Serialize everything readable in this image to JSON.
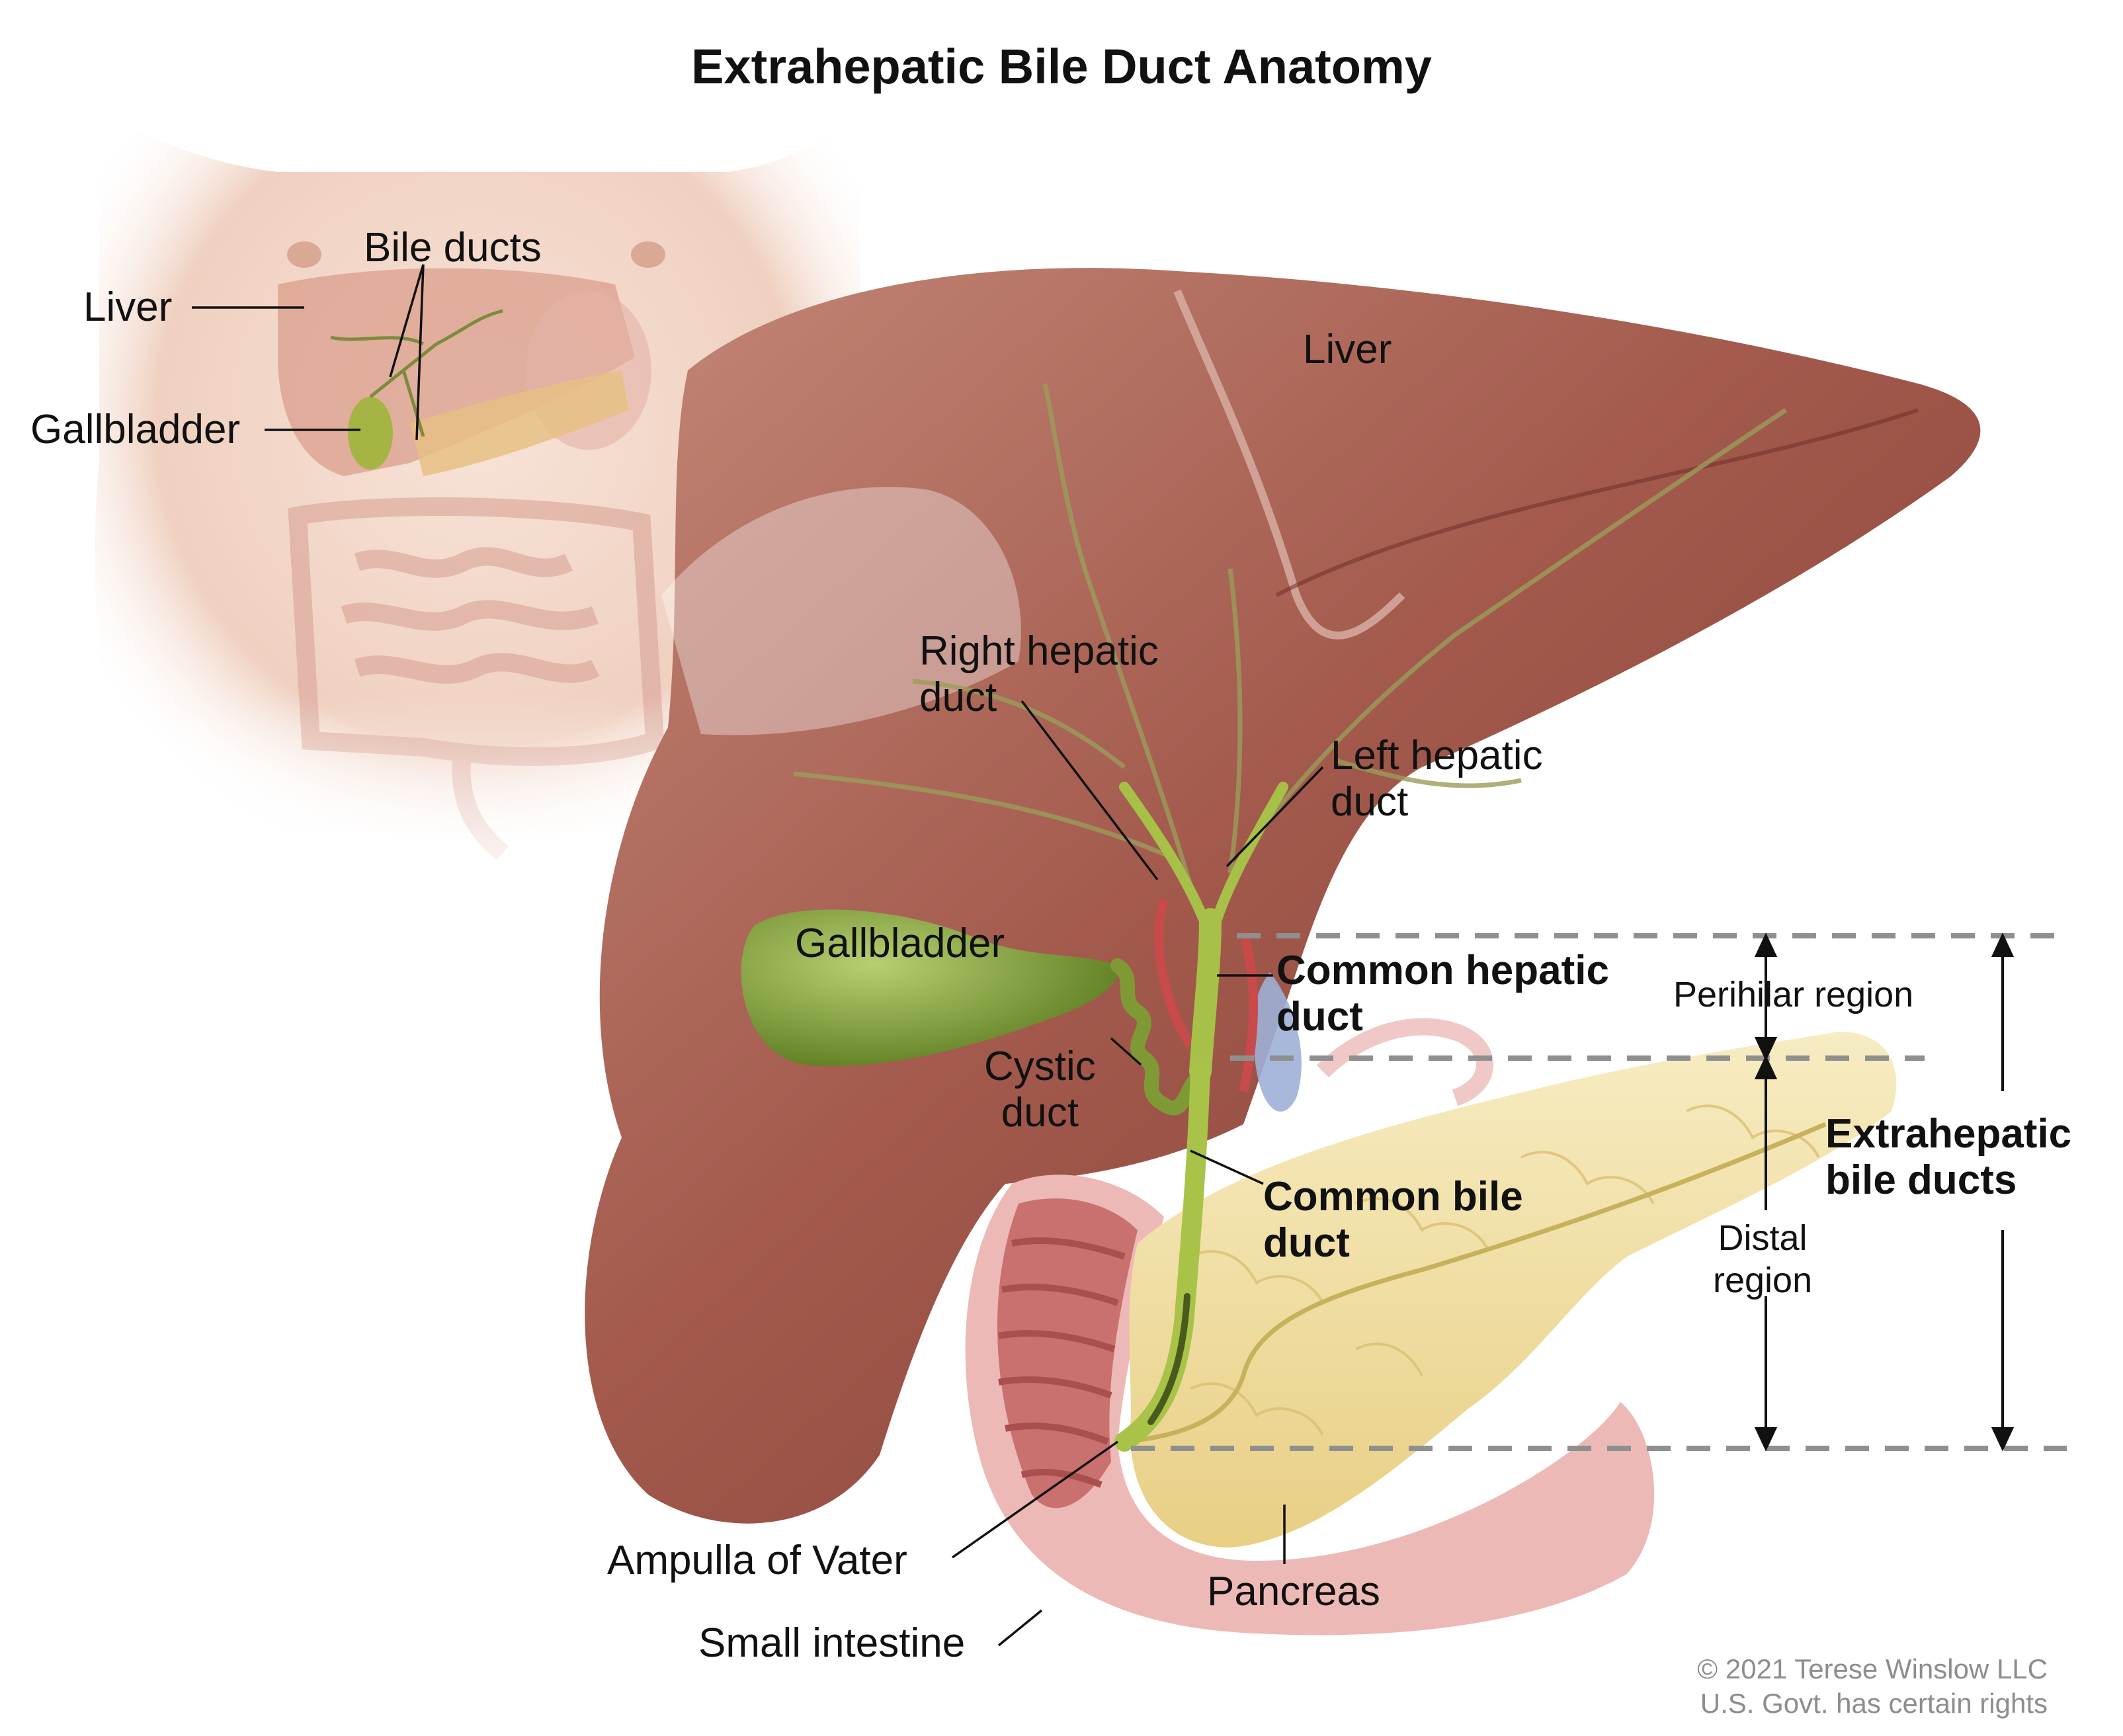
{
  "title": "Extrahepatic Bile Duct Anatomy",
  "inset": {
    "liver": "Liver",
    "bile_ducts": "Bile ducts",
    "gallbladder": "Gallbladder"
  },
  "main": {
    "liver": "Liver",
    "right_hepatic_duct": [
      "Right hepatic",
      "duct"
    ],
    "left_hepatic_duct": [
      "Left hepatic",
      "duct"
    ],
    "gallbladder": "Gallbladder",
    "common_hepatic_duct": [
      "Common hepatic",
      "duct"
    ],
    "cystic_duct": [
      "Cystic",
      "duct"
    ],
    "common_bile_duct": [
      "Common bile",
      "duct"
    ],
    "ampulla_of_vater": "Ampulla of Vater",
    "small_intestine": "Small intestine",
    "pancreas": "Pancreas"
  },
  "regions": {
    "perihilar": "Perihilar region",
    "distal": [
      "Distal",
      "region"
    ],
    "extrahepatic": [
      "Extrahepatic",
      "bile ducts"
    ]
  },
  "credit": [
    "© 2021 Terese Winslow LLC",
    "U.S. Govt. has certain rights"
  ],
  "colors": {
    "skin": "#f1d3c2",
    "liver": "#a0584c",
    "liver_light": "#c98d7c",
    "gallbladder": "#7f9f3c",
    "duct": "#a4c043",
    "pancreas": "#f2dfa0",
    "duodenum": "#e9a6a6",
    "duodenum_inner": "#c66a6a",
    "dashed_line": "#8f8f8f",
    "credit_text": "#8d8d8d"
  }
}
